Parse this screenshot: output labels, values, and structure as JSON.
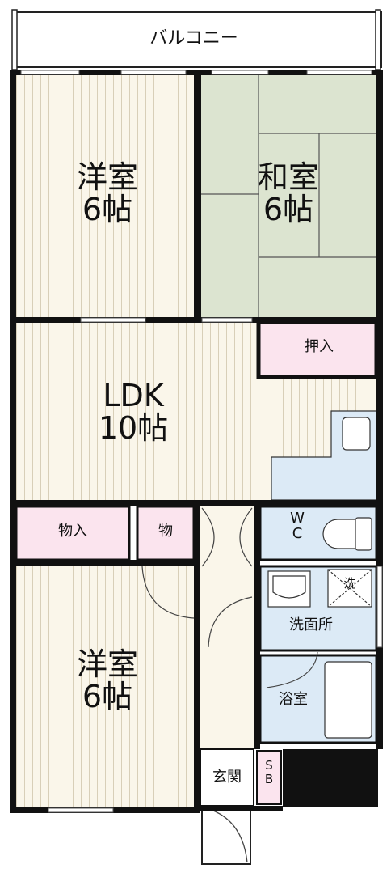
{
  "balcony": {
    "label": "バルコニー"
  },
  "rooms": {
    "western_top": {
      "name": "洋室",
      "size": "6帖"
    },
    "japanese": {
      "name": "和室",
      "size": "6帖"
    },
    "ldk": {
      "name": "LDK",
      "size": "10帖"
    },
    "western_bottom": {
      "name": "洋室",
      "size": "6帖"
    },
    "oshiire": {
      "label": "押入"
    },
    "closet_left": {
      "label": "物入"
    },
    "closet_small": {
      "label": "物"
    },
    "wc": {
      "line1": "W",
      "line2": "C"
    },
    "washroom": {
      "label": "洗面所"
    },
    "bathroom": {
      "label": "浴室"
    },
    "entrance": {
      "label": "玄関"
    },
    "shoebox": {
      "line1": "S",
      "line2": "B"
    }
  },
  "washer_symbol": "洗",
  "colors": {
    "wall": "#111111",
    "floor_wood": "#faf6ea",
    "floor_line": "#d8cfb8",
    "tatami": "#dce4d0",
    "storage_pink": "#fbe4ee",
    "wet_area": "#dceaf6",
    "fixture": "#ffffff"
  }
}
